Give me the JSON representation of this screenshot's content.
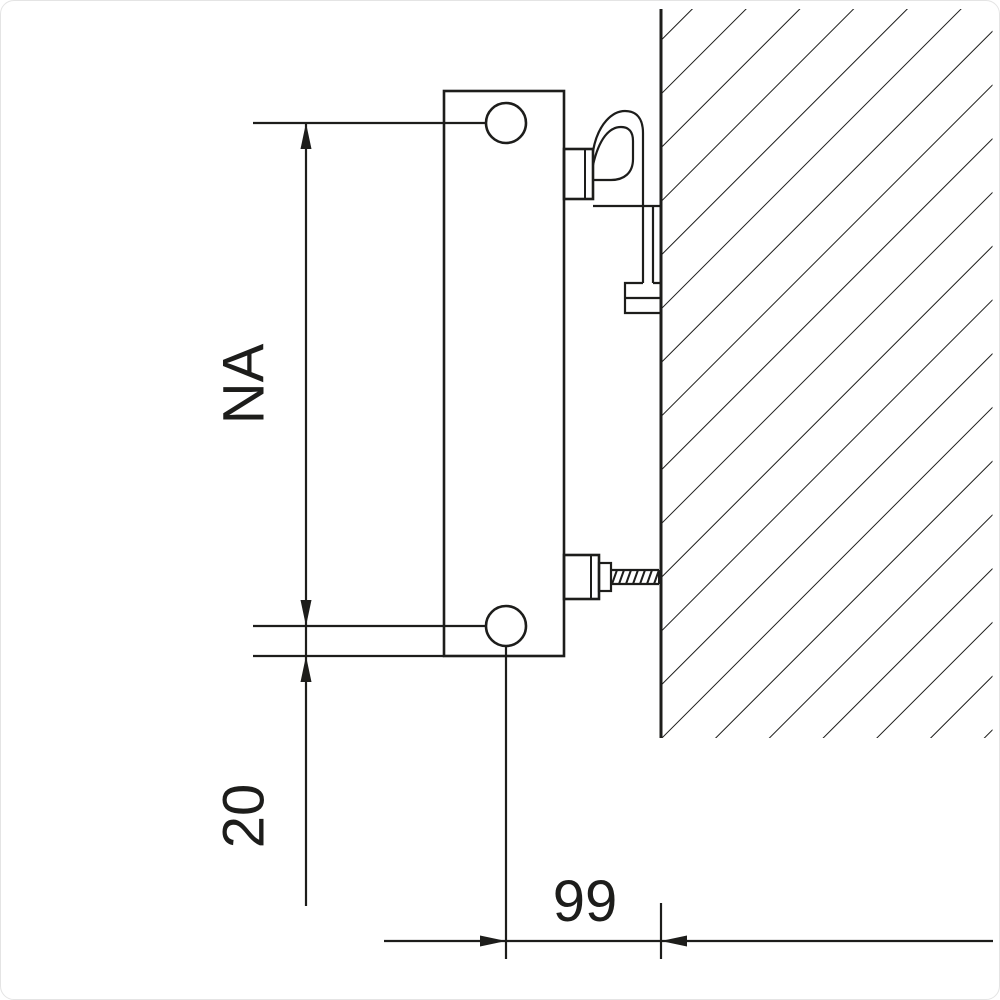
{
  "drawing": {
    "background": "#ffffff",
    "line_color": "#1d1d1b",
    "subject": "radiator side view wall mounting",
    "dimensions": {
      "hub_distance": {
        "label": "NA",
        "orientation": "vertical"
      },
      "bottom_offset": {
        "label": "20",
        "orientation": "vertical"
      },
      "wall_distance": {
        "label": "99",
        "orientation": "horizontal"
      }
    }
  }
}
